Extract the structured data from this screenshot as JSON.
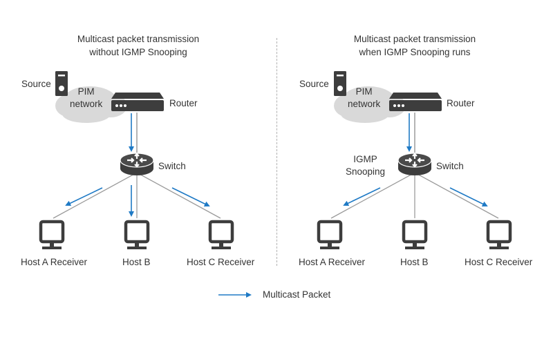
{
  "diagram": {
    "accent_color": "#1f7ac5",
    "device_color": "#3d3d3d",
    "cloud_color": "#d9d9d9",
    "panels": [
      {
        "id": "without-snooping",
        "title_line1": "Multicast packet transmission",
        "title_line2": "without IGMP Snooping",
        "source_label": "Source",
        "cloud_label_line1": "PIM",
        "cloud_label_line2": "network",
        "router_label": "Router",
        "switch_label": "Switch",
        "switch_annotation": null,
        "hosts": [
          {
            "label": "Host A Receiver",
            "receives_packet": true
          },
          {
            "label": "Host B",
            "receives_packet": true
          },
          {
            "label": "Host C Receiver",
            "receives_packet": true
          }
        ]
      },
      {
        "id": "with-snooping",
        "title_line1": "Multicast packet transmission",
        "title_line2": "when IGMP Snooping runs",
        "source_label": "Source",
        "cloud_label_line1": "PIM",
        "cloud_label_line2": "network",
        "router_label": "Router",
        "switch_label": "Switch",
        "switch_annotation_line1": "IGMP",
        "switch_annotation_line2": "Snooping",
        "hosts": [
          {
            "label": "Host A Receiver",
            "receives_packet": true
          },
          {
            "label": "Host B",
            "receives_packet": false
          },
          {
            "label": "Host C Receiver",
            "receives_packet": true
          }
        ]
      }
    ],
    "legend": {
      "icon": "blue-arrow-icon",
      "label": "Multicast Packet"
    }
  }
}
